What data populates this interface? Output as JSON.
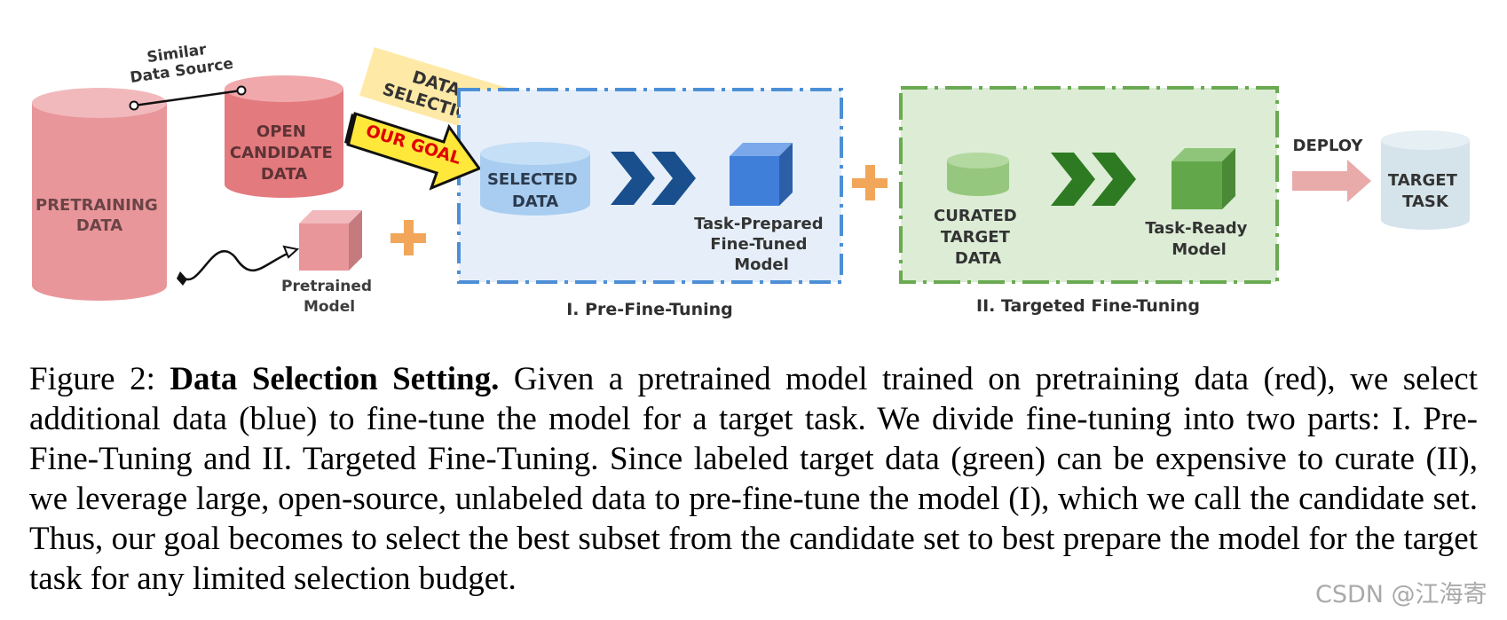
{
  "figure": {
    "similar_source": [
      "Similar",
      "Data Source"
    ],
    "pretraining_data": [
      "PRETRAINING",
      "DATA"
    ],
    "open_candidate": [
      "OPEN",
      "CANDIDATE",
      "DATA"
    ],
    "data_selection": [
      "DATA",
      "SELECTION"
    ],
    "our_goal": "OUR GOAL",
    "pretrained_model": [
      "Pretrained",
      "Model"
    ],
    "selected_data": [
      "SELECTED",
      "DATA"
    ],
    "task_prepared": [
      "Task-Prepared",
      "Fine-Tuned",
      "Model"
    ],
    "stage1_label": "I. Pre-Fine-Tuning",
    "curated_target": [
      "CURATED",
      "TARGET",
      "DATA"
    ],
    "task_ready": [
      "Task-Ready",
      "Model"
    ],
    "stage2_label": "II. Targeted Fine-Tuning",
    "deploy": "DEPLOY",
    "target_task": [
      "TARGET",
      "TASK"
    ],
    "colors": {
      "red": "#e9969b",
      "red_dark": "#e37a7e",
      "blue": "#a9cdf0",
      "blue_box": "#3f7fd9",
      "blue_border": "#4d8fd6",
      "blue_bg": "#e6eff9",
      "green": "#96c77e",
      "green_box": "#62a84a",
      "green_border": "#6aaa52",
      "green_bg": "#dcecd5",
      "orange": "#f2a65a",
      "yellow": "#ffe9a6",
      "target": "#d5e4ea"
    }
  },
  "caption": {
    "label": "Figure 2:",
    "title": "Data Selection Setting.",
    "body": "Given a pretrained model trained on pretraining data (red), we select additional data (blue) to fine-tune the model for a target task. We divide fine-tuning into two parts: I. Pre-Fine-Tuning and II. Targeted Fine-Tuning. Since labeled target data (green) can be expensive to curate (II), we leverage large, open-source, unlabeled data to pre-fine-tune the model (I), which we call the candidate set. Thus, our goal becomes to select the best subset from the candidate set to best prepare the model for the target task for any limited selection budget."
  },
  "watermark": "CSDN @江海寄"
}
